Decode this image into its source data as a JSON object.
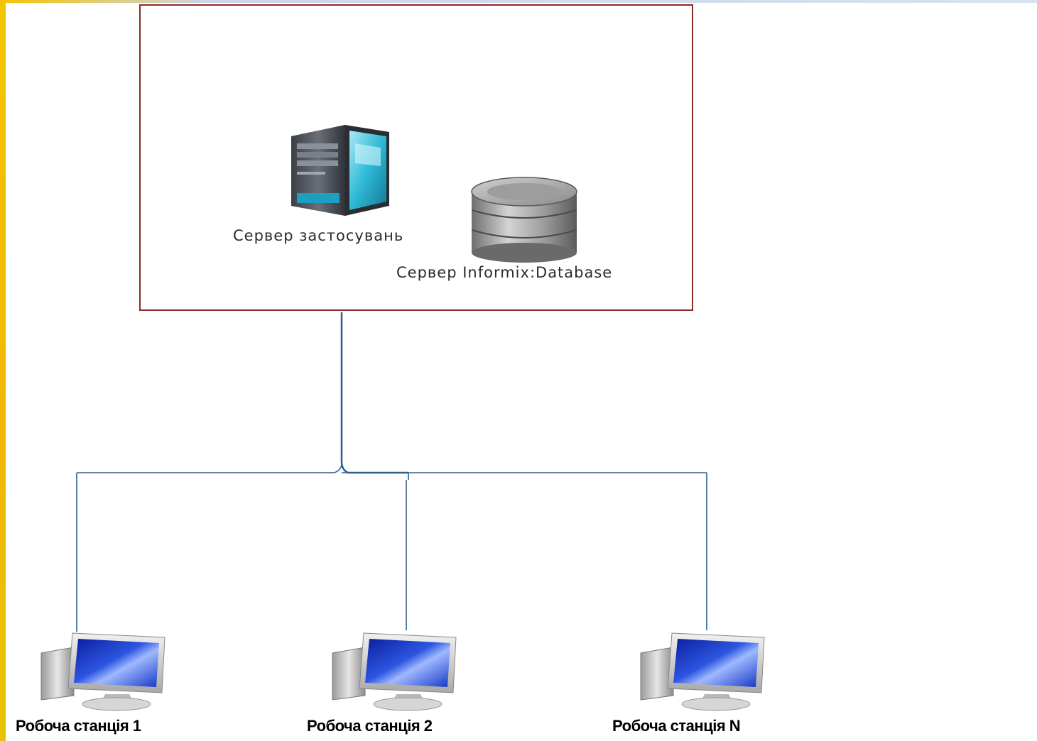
{
  "diagram": {
    "nodes": {
      "app_server": {
        "label": "Сервер застосувань",
        "icon": "server-tower-icon"
      },
      "db_server": {
        "label": "Сервер Informix:Database",
        "icon": "database-icon"
      },
      "workstation_1": {
        "label": "Робоча станція 1",
        "icon": "desktop-computer-icon"
      },
      "workstation_2": {
        "label": "Робоча станція 2",
        "icon": "desktop-computer-icon"
      },
      "workstation_n": {
        "label": "Робоча станція N",
        "icon": "desktop-computer-icon"
      }
    },
    "colors": {
      "group_border": "#8b2a2a",
      "connector": "#2f5f8a",
      "accent_left_strip": "#f4c400"
    }
  }
}
